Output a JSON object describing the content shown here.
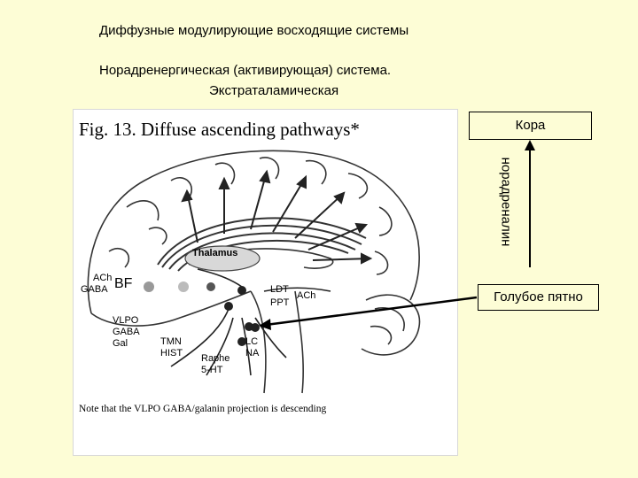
{
  "slide": {
    "title": "Диффузные модулирующие восходящие системы",
    "subtitle_line1": "Норадренергическая (активирующая) система.",
    "subtitle_line2": "Экстраталамическая"
  },
  "figure": {
    "title": "Fig. 13. Diffuse ascending pathways*",
    "note": "Note that the VLPO GABA/galanin projection is descending",
    "labels": {
      "thalamus": "Thalamus",
      "ach_bf": "ACh",
      "gaba_bf": "GABA",
      "bf": "BF",
      "ldt": "LDT",
      "ppt": "PPT",
      "ach_ldt": "ACh",
      "vlpo": "VLPO",
      "vlpo_gaba": "GABA",
      "gal": "Gal",
      "tmn": "TMN",
      "hist": "HIST",
      "raphe": "Raphe",
      "serotonin": "5-HT",
      "lc": "LC",
      "na": "NA"
    }
  },
  "annotations": {
    "cortex_box": "Кора",
    "vertical_label": "норадреналин",
    "locus_box": "Голубое пятно"
  }
}
